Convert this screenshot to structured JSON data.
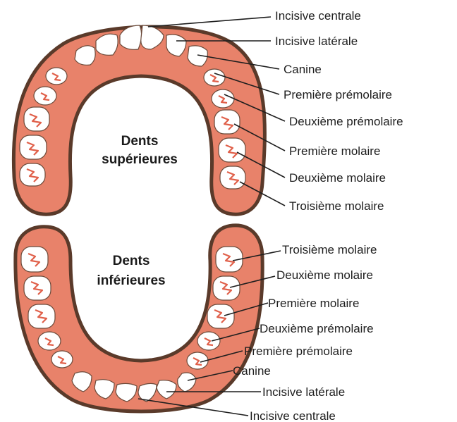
{
  "upper": {
    "title_line1": "Dents",
    "title_line2": "supérieures",
    "labels": [
      "Incisive centrale",
      "Incisive latérale",
      "Canine",
      "Première prémolaire",
      "Deuxième prémolaire",
      "Première molaire",
      "Deuxième molaire",
      "Troisième molaire"
    ]
  },
  "lower": {
    "title_line1": "Dents",
    "title_line2": "inférieures",
    "labels": [
      "Troisième molaire",
      "Deuxième molaire",
      "Première molaire",
      "Deuxième prémolaire",
      "Première prémolaire",
      "Canine",
      "Incisive latérale",
      "Incisive centrale"
    ]
  },
  "colors": {
    "gum": "#e8826a",
    "gum_outline": "#5a3a2a",
    "tooth": "#ffffff",
    "fissure": "#e0604a",
    "text": "#1e1e1e"
  }
}
